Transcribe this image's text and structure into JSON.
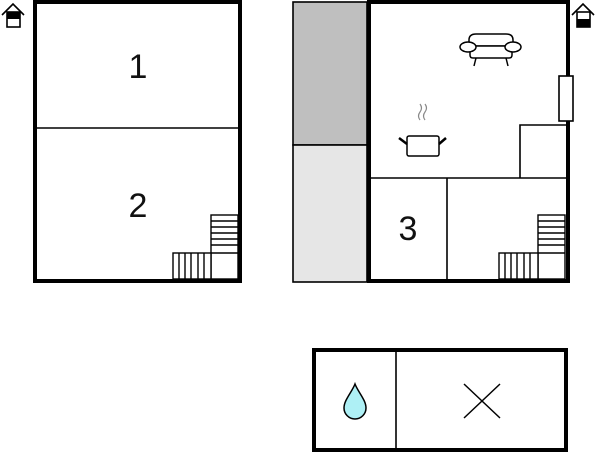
{
  "floor_plans": {
    "left_floor": {
      "rooms": [
        {
          "id": "room-1",
          "label": "1"
        },
        {
          "id": "room-2",
          "label": "2"
        }
      ],
      "compass_icon": "north-house-icon-top-filled",
      "has_staircase": true
    },
    "right_floor": {
      "rooms": [
        {
          "id": "room-3",
          "label": "3"
        },
        {
          "id": "living-kitchen",
          "label": ""
        },
        {
          "id": "hallway",
          "label": ""
        },
        {
          "id": "storage",
          "label": ""
        }
      ],
      "icons": [
        "armchair-icon",
        "cooking-pot-icon",
        "radiator-icon"
      ],
      "compass_icon": "north-house-icon-bottom-filled",
      "has_staircase": true,
      "side_areas": [
        {
          "id": "terrace-dark",
          "color": "#bfbfbf"
        },
        {
          "id": "terrace-light",
          "color": "#e6e6e6"
        }
      ]
    },
    "legend": {
      "cells": [
        {
          "icon": "water-drop-icon",
          "color": "#aef0f5"
        },
        {
          "icon": "cross-icon"
        }
      ]
    }
  },
  "colors": {
    "wall": "#000000",
    "terrace_dark": "#bfbfbf",
    "terrace_light": "#e6e6e6",
    "water": "#aef0f5"
  }
}
